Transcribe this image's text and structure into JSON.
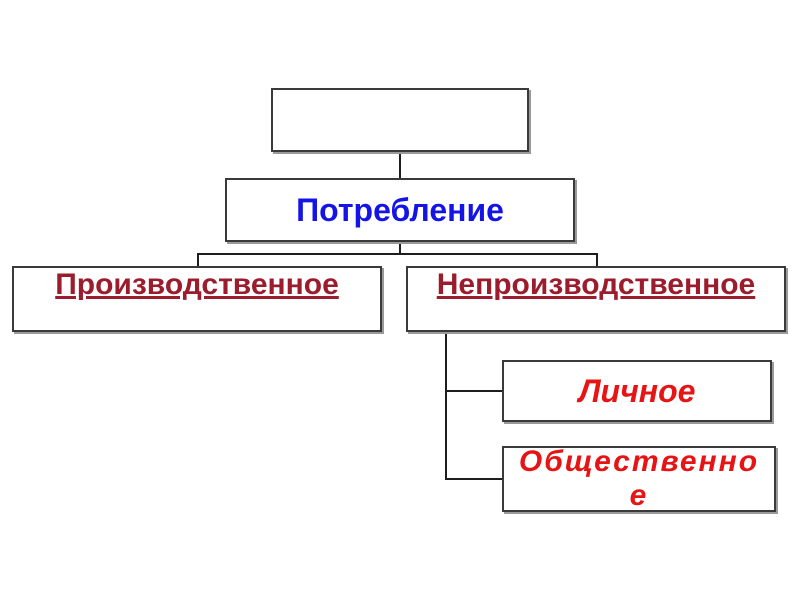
{
  "diagram": {
    "top_box": {
      "text": ""
    },
    "main_box": {
      "text": "Потребление"
    },
    "productive_box": {
      "text": "Производственное"
    },
    "nonproductive_box": {
      "text": "Непроизводственное"
    },
    "personal_box": {
      "text": "Личное"
    },
    "social_box": {
      "text": "Общественное"
    }
  },
  "colors": {
    "main_text": "#1414e6",
    "level2_text": "#9b1c2c",
    "level3_text": "#e61414",
    "border": "#3a3a3a",
    "connector": "#1e1e1e"
  }
}
